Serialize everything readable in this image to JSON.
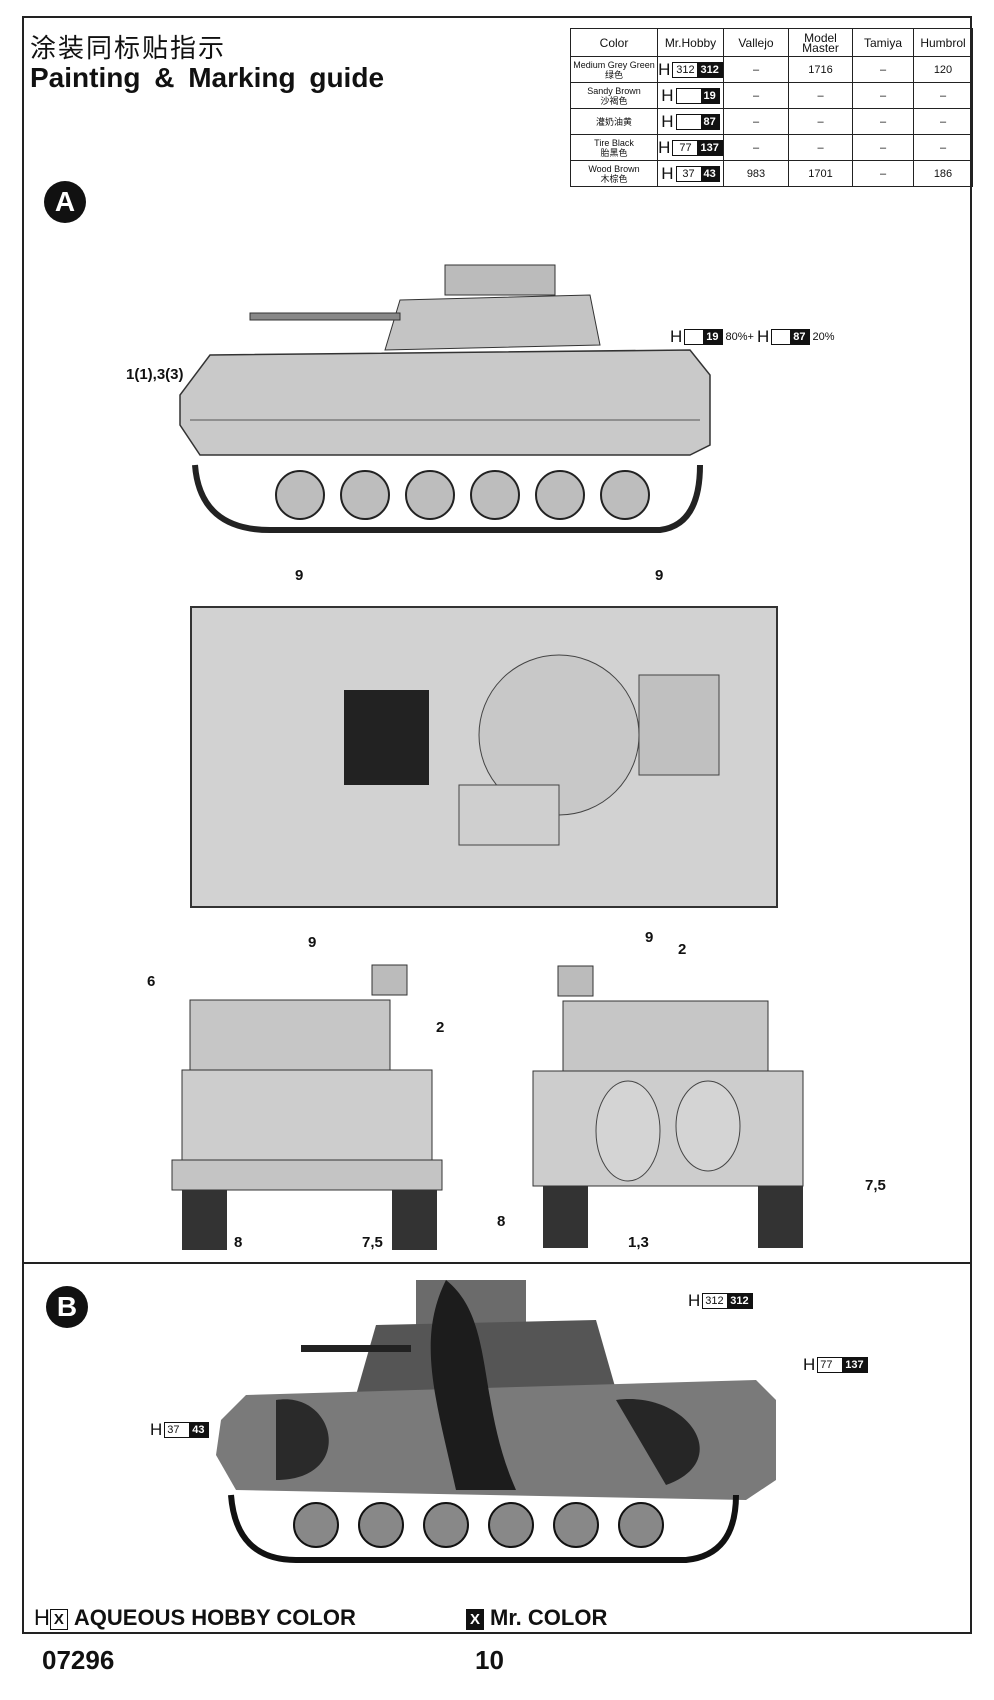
{
  "header": {
    "title_cn": "涂装同标贴指示",
    "title_en": "Painting & Marking guide"
  },
  "color_table": {
    "columns": [
      "Color",
      "Mr.Hobby",
      "Vallejo",
      "Model Master",
      "Tamiya",
      "Humbrol"
    ],
    "rows": [
      {
        "name_en": "Medium Grey Green",
        "name_cn": "绿色",
        "h": "312",
        "mr": "312",
        "vallejo": "–",
        "model_master": "1716",
        "tamiya": "–",
        "humbrol": "120"
      },
      {
        "name_en": "Sandy Brown",
        "name_cn": "沙褐色",
        "h": "",
        "mr": "19",
        "vallejo": "–",
        "model_master": "–",
        "tamiya": "–",
        "humbrol": "–"
      },
      {
        "name_en": "",
        "name_cn": "灌奶油黄",
        "h": "",
        "mr": "87",
        "vallejo": "–",
        "model_master": "–",
        "tamiya": "–",
        "humbrol": "–"
      },
      {
        "name_en": "Tire Black",
        "name_cn": "胎黑色",
        "h": "77",
        "mr": "137",
        "vallejo": "–",
        "model_master": "–",
        "tamiya": "–",
        "humbrol": "–"
      },
      {
        "name_en": "Wood Brown",
        "name_cn": "木棕色",
        "h": "37",
        "mr": "43",
        "vallejo": "983",
        "model_master": "1701",
        "tamiya": "–",
        "humbrol": "186"
      }
    ]
  },
  "scheme_a": {
    "badge": "A",
    "paint_mix": {
      "h_prefix": "H",
      "c1": "19",
      "p1": "80%+",
      "c2": "87",
      "p2": "20%"
    },
    "callouts": {
      "side": "1(1),3(3)",
      "top_9": "9",
      "front_6": "6",
      "front_2": "2",
      "front_8": "8",
      "front_75": "7,5",
      "rear_2": "2",
      "rear_75": "7,5",
      "rear_8": "8",
      "rear_13": "1,3"
    }
  },
  "scheme_b": {
    "badge": "B",
    "labels": [
      {
        "h": "312",
        "mr": "312"
      },
      {
        "h": "77",
        "mr": "137"
      },
      {
        "h": "37",
        "mr": "43"
      }
    ]
  },
  "legend": {
    "h_prefix": "H",
    "x": "X",
    "aqueous": "AQUEOUS HOBBY COLOR",
    "mr_color": "Mr. COLOR"
  },
  "footer": {
    "kit_number": "07296",
    "page_number": "10"
  },
  "colors": {
    "sand": "#c9c9c9",
    "dark": "#1c1c1c",
    "mid": "#6b6b6b"
  }
}
